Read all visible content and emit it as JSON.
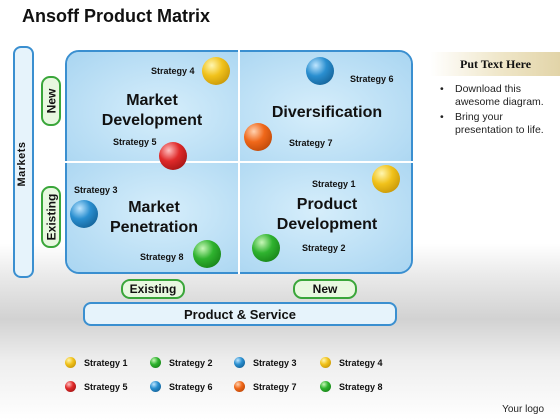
{
  "title": "Ansoff Product Matrix",
  "axes": {
    "y_label": "Markets",
    "y_new": "New",
    "y_existing": "Existing",
    "x_existing": "Existing",
    "x_new": "New",
    "x_label": "Product & Service"
  },
  "quadrants": {
    "top_left": "Market Development",
    "top_right": "Diversification",
    "bottom_left": "Market Penetration",
    "bottom_right": "Product Development"
  },
  "strategies": {
    "s1": "Strategy 1",
    "s2": "Strategy 2",
    "s3": "Strategy 3",
    "s4": "Strategy 4",
    "s5": "Strategy 5",
    "s6": "Strategy 6",
    "s7": "Strategy 7",
    "s8": "Strategy 8"
  },
  "panel": {
    "heading": "Put Text Here",
    "bullets": [
      "Download this awesome diagram.",
      "Bring your presentation to life."
    ]
  },
  "legend": [
    {
      "label": "Strategy 1",
      "color": "yellow"
    },
    {
      "label": "Strategy 2",
      "color": "green"
    },
    {
      "label": "Strategy 3",
      "color": "blue"
    },
    {
      "label": "Strategy 4",
      "color": "yellow"
    },
    {
      "label": "Strategy 5",
      "color": "red"
    },
    {
      "label": "Strategy 6",
      "color": "blue"
    },
    {
      "label": "Strategy 7",
      "color": "orange"
    },
    {
      "label": "Strategy 8",
      "color": "green"
    }
  ],
  "colors": {
    "border_blue": "#3a8fd0",
    "pill_green": "#3aa63a",
    "quadrant_fill": "#bfe0f4"
  },
  "footer": "Your logo"
}
